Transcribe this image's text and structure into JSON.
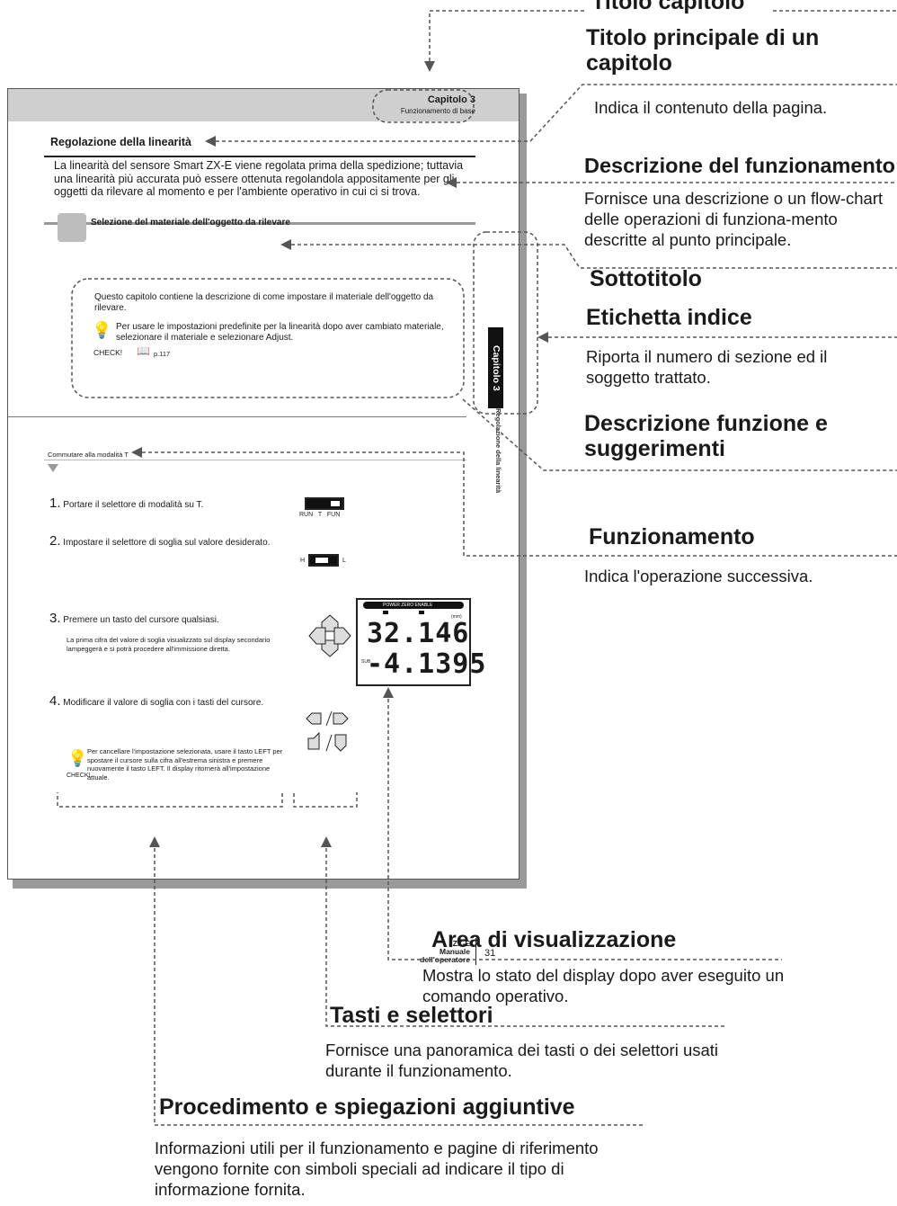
{
  "page": {
    "header_chapter": "Capitolo 3",
    "header_chapter_name": "Funzionamento di base",
    "section_title": "Regolazione della linearità",
    "intro": "La linearità del sensore Smart ZX-E viene regolata prima della spedizione; tuttavia una linearità più accurata può essere ottenuta regolandola appositamente per gli oggetti da rilevare al momento e per l'ambiente operativo in cui ci si trova.",
    "subtitle": "Selezione del materiale dell'oggetto da rilevare",
    "tip_text": "Questo capitolo contiene la descrizione di come impostare il materiale dell'oggetto da rilevare.",
    "check_text": "Per usare le impostazioni predefinite per la linearità dopo aver cambiato materiale, selezionare il materiale e selezionare Adjust.",
    "check_label": "CHECK!",
    "check_ref": "p.117",
    "tab_label": "Capitolo 3",
    "tab_sub_label": "Regolazione della linearità",
    "operation_label": "Commutare alla modalità T",
    "step1_num": "1.",
    "step1": "Portare il selettore di modalità su T.",
    "step1_switch": "RUN   T   FUN",
    "step2_num": "2.",
    "step2": "Impostare il selettore di soglia sul valore desiderato.",
    "step2_h": "H",
    "step2_l": "L",
    "step3_num": "3.",
    "step3": "Premere un tasto del cursore qualsiasi.",
    "step3_note": "La prima cifra del valore di soglia visualizzato sul display secondario lampeggerà e si potrà procedere all'immissione diretta.",
    "step4_num": "4.",
    "step4": "Modificare il valore di soglia con i tasti del cursore.",
    "step4_note": "Per cancellare l'impostazione selezionata, usare il tasto LEFT per spostare il cursore sulla cifra all'estrema sinistra e premere nuovamente il tasto LEFT. Il display ritornerà all'impostazione attuale.",
    "lcd_header": "POWER  ZERO  ENABLE",
    "lcd_main": "32.146",
    "lcd_sub": "-4.1395",
    "lcd_sub_label": "SUB",
    "lcd_unit": "(mm)",
    "footer_model": "ZX-E",
    "footer_manual": "Manuale",
    "footer_operator": "dell'operatore",
    "page_number": "31"
  },
  "annotations": {
    "titolo_capitolo": "Titolo capitolo",
    "titolo_principale": "Titolo principale di un capitolo",
    "titolo_principale_desc": "Indica il contenuto della pagina.",
    "descr_funz": "Descrizione del funzionamento",
    "descr_funz_desc": "Fornisce una descrizione o un flow-chart delle operazioni di funziona-mento descritte al punto principale.",
    "sottotitolo": "Sottotitolo",
    "etichetta": "Etichetta indice",
    "etichetta_desc": "Riporta il numero di sezione ed il soggetto trattato.",
    "descr_suggerimenti": "Descrizione funzione e suggerimenti",
    "funzionamento": "Funzionamento",
    "funzionamento_desc": "Indica l'operazione successiva.",
    "area_vis": "Area di visualizzazione",
    "area_vis_desc": "Mostra lo stato del display dopo aver eseguito un comando operativo.",
    "tasti": "Tasti e selettori",
    "tasti_desc": "Fornisce una panoramica dei tasti o dei selettori usati durante il funzionamento.",
    "procedimento": "Procedimento e spiegazioni aggiuntive",
    "procedimento_desc": "Informazioni utili per il funzionamento e pagine di riferimento vengono fornite con simboli speciali ad indicare il tipo di informazione fornita."
  }
}
